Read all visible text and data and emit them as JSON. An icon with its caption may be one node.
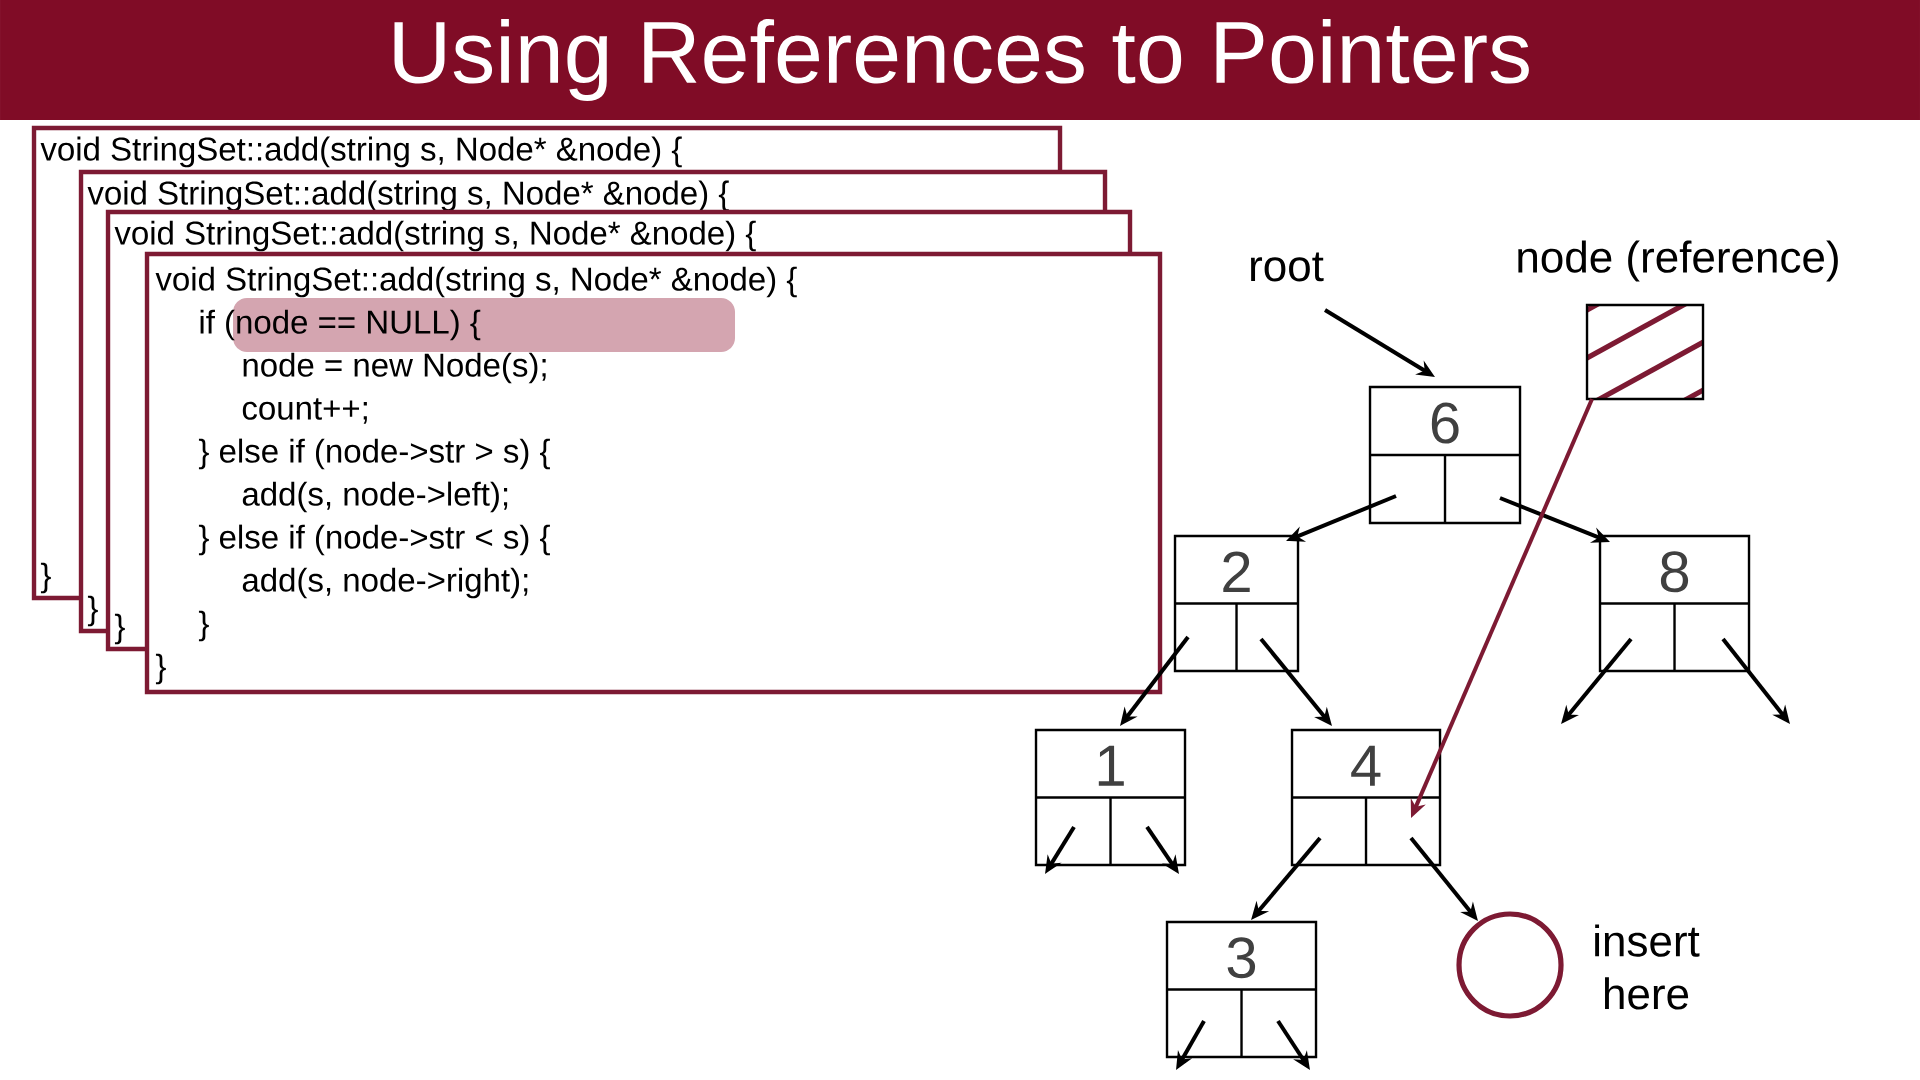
{
  "diagram": {
    "title": "Using References to Pointers",
    "nodes": [
      {
        "text": [
          "void StringSet::add(string s, Node* &node) {",
          "}"
        ]
      },
      {
        "text": [
          "void StringSet::add(string s, Node* &node) {",
          "}"
        ]
      },
      {
        "text": [
          "void StringSet::add(string s, Node* &node) {",
          "}"
        ]
      },
      {
        "text": [
          "void StringSet::add(string s, Node* &node) {",
          "if (node == NULL) {",
          "node = new Node(s);",
          "count++;",
          "} else if (node->str > s) {",
          "add(s, node->left);",
          "} else if (node->str < s) {",
          "add(s, node->right);",
          "}",
          "}"
        ]
      },
      {
        "text": [
          "root"
        ]
      },
      {
        "text": [
          "node (reference)"
        ]
      },
      {
        "text": [
          "6"
        ]
      },
      {
        "text": [
          "2"
        ]
      },
      {
        "text": [
          "8"
        ]
      },
      {
        "text": [
          "1"
        ]
      },
      {
        "text": [
          "4"
        ]
      },
      {
        "text": [
          "3"
        ]
      },
      {
        "text": [],
        "shape": "circle",
        "beside": [
          "insert here"
        ]
      }
    ],
    "edges": [
      {
        "from": 4,
        "to": 6,
        "arrow": "to"
      },
      {
        "from": 6,
        "to": 7,
        "arrow": "to"
      },
      {
        "from": 6,
        "to": 8,
        "arrow": "to"
      },
      {
        "from": 7,
        "to": 9,
        "arrow": "to"
      },
      {
        "from": 7,
        "to": 10,
        "arrow": "to"
      },
      {
        "from": 8,
        "to": null,
        "arrow": "to"
      },
      {
        "from": 8,
        "to": null,
        "arrow": "to"
      },
      {
        "from": 9,
        "to": null,
        "arrow": "to"
      },
      {
        "from": 9,
        "to": null,
        "arrow": "to"
      },
      {
        "from": 10,
        "to": 11,
        "arrow": "to"
      },
      {
        "from": 10,
        "to": 12,
        "arrow": "to"
      },
      {
        "from": 11,
        "to": null,
        "arrow": "to"
      },
      {
        "from": 11,
        "to": null,
        "arrow": "to"
      },
      {
        "from": 5,
        "to": 10,
        "arrow": "to",
        "color": "#7d1a33"
      }
    ]
  }
}
